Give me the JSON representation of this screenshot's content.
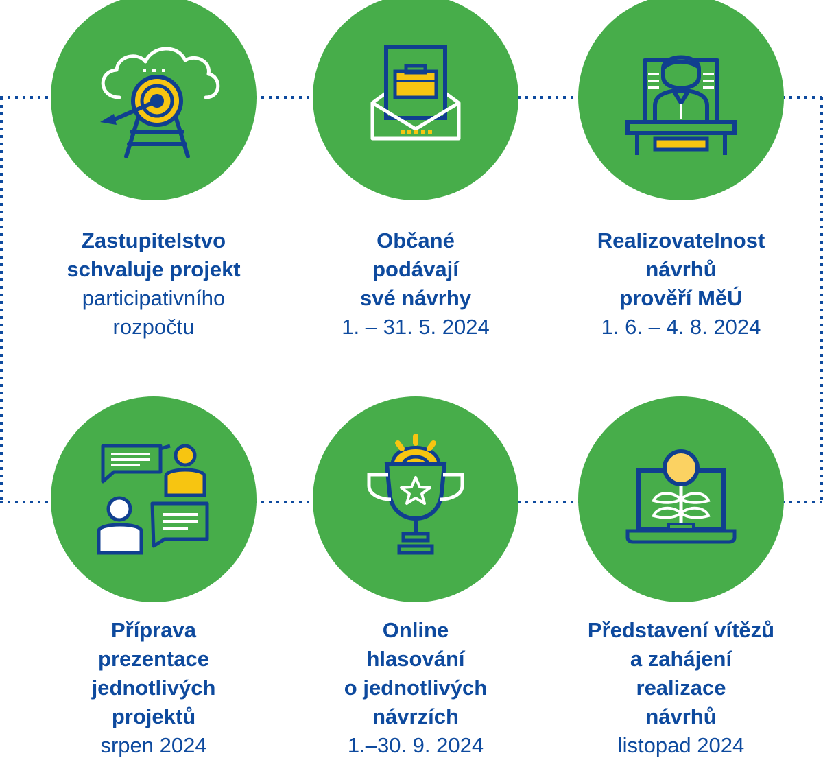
{
  "colors": {
    "circle": "#47ad4a",
    "text": "#0e4a9e",
    "icon_outline": "#103f8f",
    "icon_fill": "#f7c511",
    "icon_white": "#ffffff"
  },
  "steps": [
    {
      "icon": "target-arrow-cloud-icon",
      "title_lines": [
        "Zastupitelstvo",
        "schvaluje projekt"
      ],
      "sub_lines": [
        "participativního",
        "rozpočtu"
      ]
    },
    {
      "icon": "envelope-briefcase-icon",
      "title_lines": [
        "Občané",
        "podávají",
        "své návrhy"
      ],
      "sub_lines": [
        "1. – 31. 5. 2024"
      ]
    },
    {
      "icon": "official-at-desk-icon",
      "title_lines": [
        "Realizovatelnost",
        "návrhů",
        "prověří MěÚ"
      ],
      "sub_lines": [
        "1. 6. – 4. 8. 2024"
      ]
    },
    {
      "icon": "people-speech-bubbles-icon",
      "title_lines": [
        "Příprava",
        "prezentace",
        "jednotlivých",
        "projektů"
      ],
      "sub_lines": [
        "srpen 2024"
      ]
    },
    {
      "icon": "trophy-gear-icon",
      "title_lines": [
        "Online",
        "hlasování",
        "o jednotlivých",
        "návrzích"
      ],
      "sub_lines": [
        "1.–30. 9. 2024"
      ]
    },
    {
      "icon": "laptop-flower-icon",
      "title_lines": [
        "Představení vítězů",
        "a zahájení",
        "realizace",
        "návrhů"
      ],
      "sub_lines": [
        "listopad 2024"
      ]
    }
  ]
}
